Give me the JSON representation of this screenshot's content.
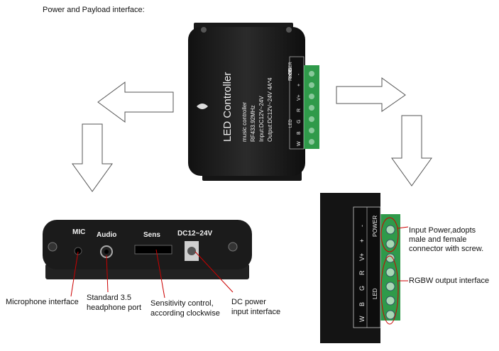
{
  "title": "Power and Payload interface:",
  "main_device": {
    "brand_title": "LED Controller",
    "specs": [
      "music controller",
      "RF433.92MHz",
      "Input:DC12V~24V",
      "Output:DC12V~24V 4A*4"
    ],
    "ce_mark": "CE",
    "rohs": "RoHS",
    "terminal_labels": [
      "W",
      "B",
      "G",
      "R",
      "V+",
      "+",
      "-"
    ],
    "led_label": "LED",
    "power_label": "POWER"
  },
  "side_panel": {
    "mic": "MIC",
    "audio": "Audio",
    "sens": "Sens",
    "dc": "DC12~24V"
  },
  "closeup": {
    "led_label": "LED",
    "power_label": "POWER",
    "terminal_labels": [
      "W",
      "B",
      "G",
      "R",
      "V+",
      "+",
      "-"
    ]
  },
  "annotations": {
    "mic": "Microphone interface",
    "audio_1": "Standard 3.5",
    "audio_2": "headphone port",
    "sens_1": "Sensitivity control,",
    "sens_2": "according clockwise",
    "dc_1": "DC power",
    "dc_2": "input interface",
    "power_1": "Input Power,adopts",
    "power_2": "male and female",
    "power_3": "connector with screw.",
    "rgbw": "RGBW output interface"
  }
}
